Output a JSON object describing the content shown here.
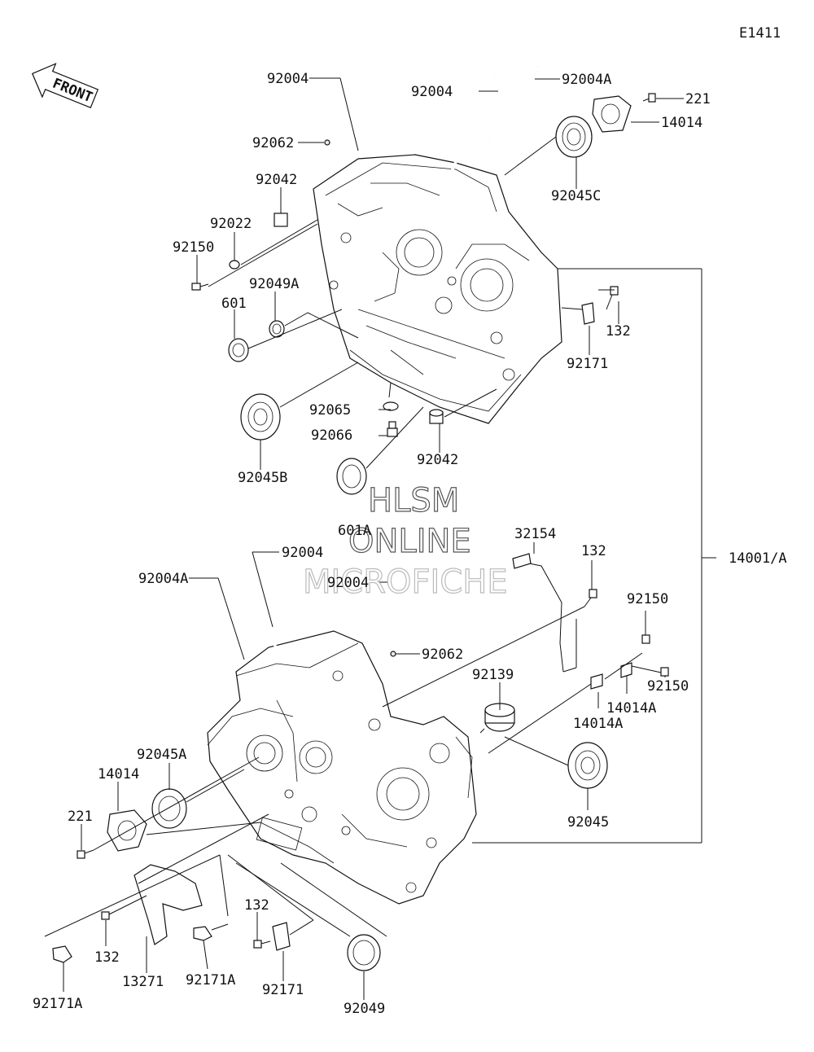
{
  "diagram_code": "E1411",
  "front_label": "FRONT",
  "watermark": {
    "line1": "HLSM",
    "line2": "ONLINE",
    "line3": "MICROFICHE"
  },
  "callouts": {
    "c92004_top": "92004",
    "c92004_mid": "92004",
    "c92004A_top": "92004A",
    "c221_top": "221",
    "c14014_top": "14014",
    "c92045C": "92045C",
    "c92062_top": "92062",
    "c92042_top": "92042",
    "c92022": "92022",
    "c92150_left": "92150",
    "c92049A": "92049A",
    "c601": "601",
    "c132_top": "132",
    "c92171_top": "92171",
    "c92065": "92065",
    "c92066": "92066",
    "c92045B": "92045B",
    "c92042_bot": "92042",
    "c601A": "601A",
    "c32154": "32154",
    "c132_mid": "132",
    "c14001A": "14001/A",
    "c92004_low1": "92004",
    "c92004A_low": "92004A",
    "c92004_low2": "92004",
    "c92062_low": "92062",
    "c92150_r1": "92150",
    "c92150_r2": "92150",
    "c92139": "92139",
    "c14014A_1": "14014A",
    "c14014A_2": "14014A",
    "c92045A": "92045A",
    "c14014_low": "14014",
    "c221_low": "221",
    "c92045": "92045",
    "c132_low1": "132",
    "c132_low2": "132",
    "c13271": "13271",
    "c92171A_1": "92171A",
    "c92171A_2": "92171A",
    "c92171_low": "92171",
    "c92049": "92049"
  }
}
